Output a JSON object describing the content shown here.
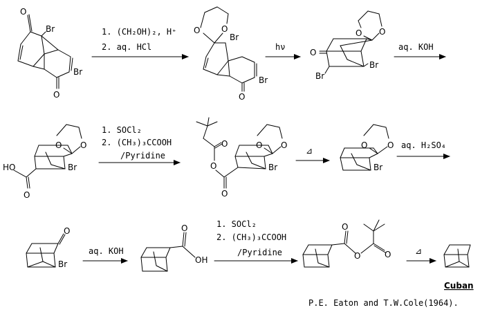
{
  "labels": {
    "o": "O",
    "br": "Br",
    "oh": "OH",
    "ho": "HO",
    "hv": "hν",
    "delta": "⊿"
  },
  "steps": {
    "s1_line1": "1. (CH₂OH)₂, H⁺",
    "s1_line2": "2. aq. HCl",
    "s2": "hν",
    "s3": "aq. KOH",
    "s4_line1": "1. SOCl₂",
    "s4_line2": "2. (CH₃)₃CCOOH",
    "s4_line3": "/Pyridine",
    "s5": "⊿",
    "s6": "aq. H₂SO₄",
    "s7": "aq. KOH",
    "s8_line1": "1. SOCl₂",
    "s8_line2": "2. (CH₃)₃CCOOH",
    "s8_line3": "/Pyridine",
    "s9": "⊿"
  },
  "product_name": "Cuban",
  "citation": "P.E. Eaton and T.W.Cole(1964)."
}
